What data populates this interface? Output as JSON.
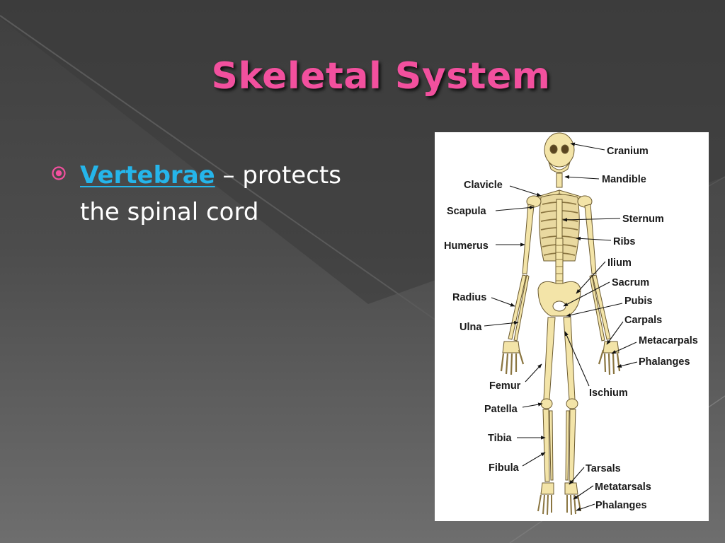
{
  "slide": {
    "title": "Skeletal System",
    "bullet": {
      "term": "Vertebrae",
      "separator": " –",
      "description": "protects the spinal cord",
      "bullet_icon": "circled-dot-icon",
      "bullet_color": "#f2509e",
      "link_color": "#25b5ea"
    }
  },
  "figure": {
    "labels": {
      "cranium": "Cranium",
      "mandible": "Mandible",
      "clavicle": "Clavicle",
      "scapula": "Scapula",
      "sternum": "Sternum",
      "humerus": "Humerus",
      "ribs": "Ribs",
      "ilium": "Ilium",
      "sacrum": "Sacrum",
      "radius": "Radius",
      "pubis": "Pubis",
      "carpals": "Carpals",
      "ulna": "Ulna",
      "metacarpals": "Metacarpals",
      "phalanges_hand": "Phalanges",
      "femur": "Femur",
      "ischium": "Ischium",
      "patella": "Patella",
      "tibia": "Tibia",
      "fibula": "Fibula",
      "tarsals": "Tarsals",
      "metatarsals": "Metatarsals",
      "phalanges_foot": "Phalanges"
    }
  }
}
